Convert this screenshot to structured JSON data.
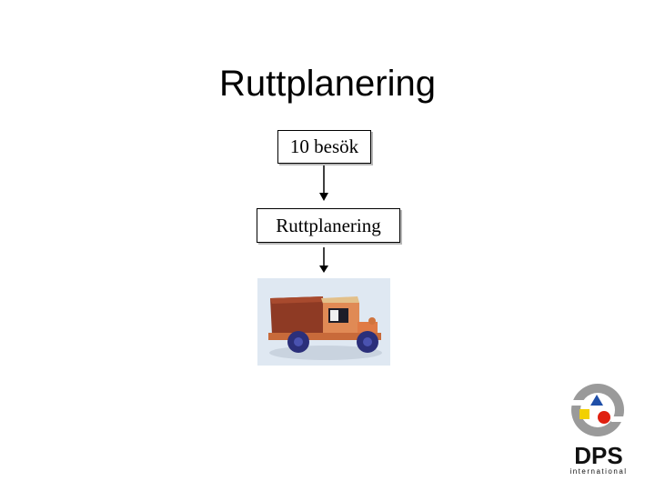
{
  "slide": {
    "title": "Ruttplanering"
  },
  "flow": {
    "step1_label": "10 besök",
    "step2_label": "Ruttplanering",
    "output_image": "toy-truck-image"
  },
  "logo": {
    "letters": "DPS",
    "tagline": "international",
    "colors": {
      "ring": "#9a9a9a",
      "yellow": "#f2d000",
      "blue": "#1f4fa8",
      "red": "#e02010",
      "text": "#111111"
    }
  }
}
